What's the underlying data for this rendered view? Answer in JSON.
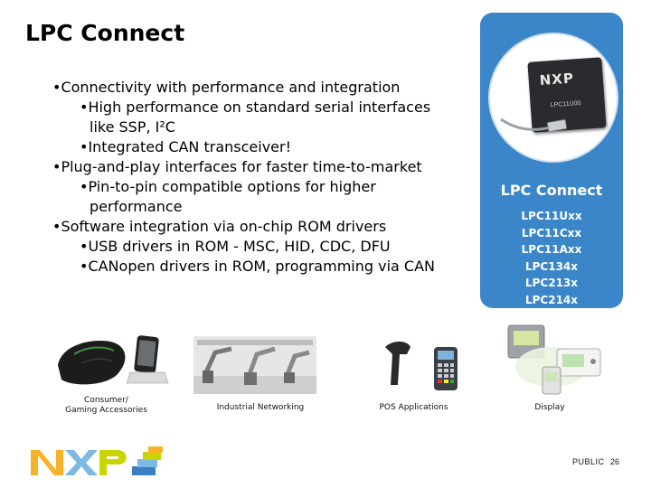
{
  "slide": {
    "title": "LPC Connect",
    "bullets": [
      {
        "level": 1,
        "text": "•Connectivity with performance and integration"
      },
      {
        "level": 2,
        "text": "•High performance on standard serial interfaces",
        "cont": "like SSP, I²C"
      },
      {
        "level": 2,
        "text": "•Integrated CAN transceiver!"
      },
      {
        "level": 1,
        "text": "•Plug-and-play interfaces for faster time-to-market"
      },
      {
        "level": 2,
        "text": "•Pin-to-pin compatible options for higher",
        "cont": "performance"
      },
      {
        "level": 1,
        "text": "•Software integration via on-chip ROM drivers"
      },
      {
        "level": 2,
        "text": "•USB drivers in ROM - MSC, HID, CDC, DFU"
      },
      {
        "level": 2,
        "text": "•CANopen drivers in ROM, programming via CAN"
      }
    ]
  },
  "panel": {
    "title": "LPC Connect",
    "chip_logo": "NXP",
    "chip_label": "LPC11U00",
    "parts": [
      "LPC11Uxx",
      "LPC11Cxx",
      "LPC11Axx",
      "LPC134x",
      "LPC213x",
      "LPC214x"
    ],
    "color": "#3a86c8"
  },
  "applications": [
    {
      "caption_line1": "Consumer/",
      "caption_line2": "Gaming Accessories"
    },
    {
      "caption_line1": "Industrial Networking"
    },
    {
      "caption_line1": "POS Applications"
    },
    {
      "caption_line1": "Display"
    }
  ],
  "footer": {
    "classification": "PUBLIC",
    "page_number": "26",
    "logo_text": "NXP"
  }
}
